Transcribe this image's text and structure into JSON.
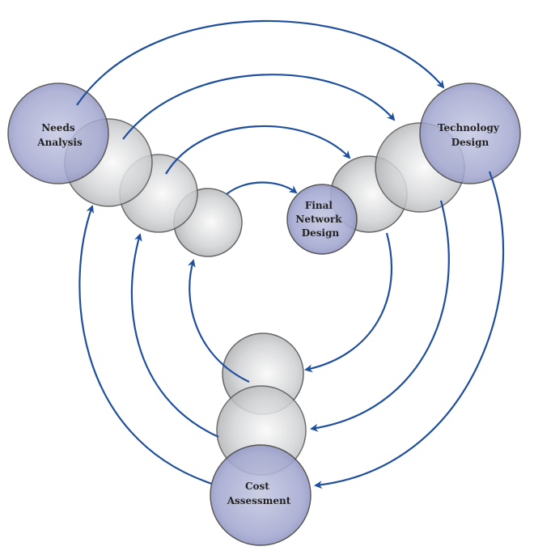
{
  "nodes": {
    "needs": [
      "Needs",
      "Analysis"
    ],
    "technology": [
      "Technology",
      "Design"
    ],
    "final": [
      "Final",
      "Network",
      "Design"
    ],
    "cost": [
      "Cost",
      "Assessment"
    ]
  },
  "colors": {
    "arrow": "#1f4f9c",
    "highlight": "#9da3cc",
    "gray": "#c8c9cb"
  }
}
